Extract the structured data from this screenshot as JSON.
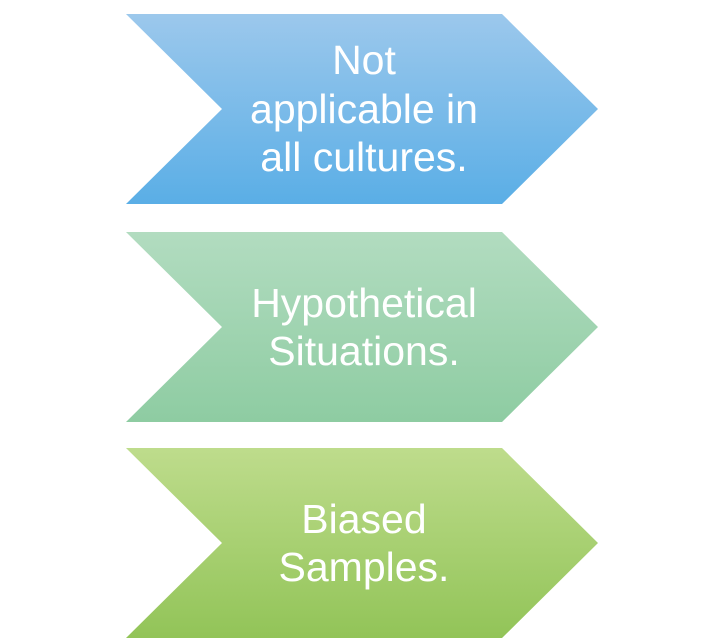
{
  "chevrons": [
    {
      "text": "Not\napplicable in\nall cultures.",
      "color_top": "#9cc8ec",
      "color_bottom": "#5aaee6"
    },
    {
      "text": "Hypothetical\nSituations.",
      "color_top": "#b2dcc0",
      "color_bottom": "#8ecca2"
    },
    {
      "text": "Biased\nSamples.",
      "color_top": "#bedc8c",
      "color_bottom": "#92c458"
    }
  ]
}
